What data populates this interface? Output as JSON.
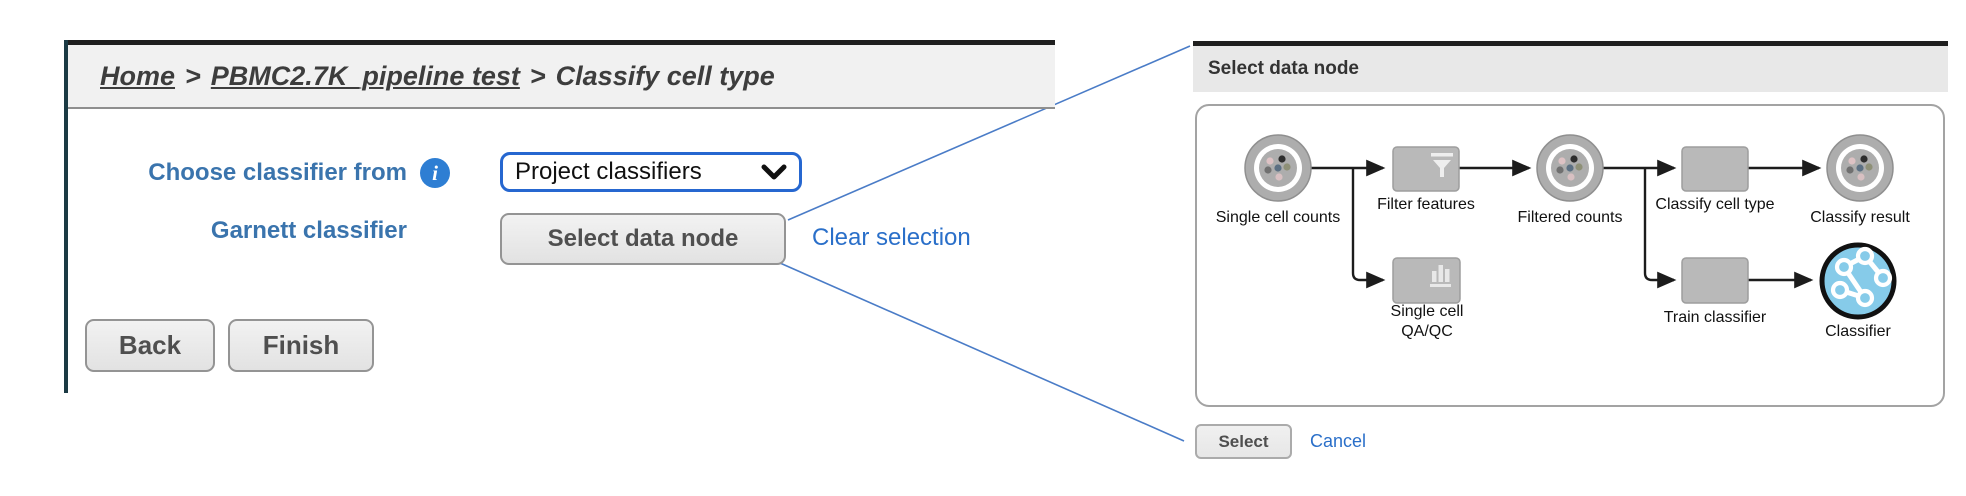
{
  "breadcrumb": {
    "separator": ">",
    "items": [
      {
        "label": "Home"
      },
      {
        "label": "PBMC2.7K_pipeline test"
      },
      {
        "label": "Classify cell type"
      }
    ]
  },
  "form": {
    "choose_label": "Choose classifier from",
    "info_icon_glyph": "i",
    "classifier_source_value": "Project classifiers",
    "garnett_label": "Garnett classifier",
    "select_data_node": "Select data node",
    "clear_selection": "Clear selection",
    "back": "Back",
    "finish": "Finish"
  },
  "dialog": {
    "title": "Select data node",
    "select": "Select",
    "cancel": "Cancel",
    "pipeline": {
      "nodes": [
        {
          "label": "Single cell counts",
          "type": "data-node"
        },
        {
          "label": "Filter features",
          "type": "task-node"
        },
        {
          "label": "Filtered counts",
          "type": "data-node"
        },
        {
          "label": "Classify cell type",
          "type": "task-node"
        },
        {
          "label": "Classify result",
          "type": "data-node"
        },
        {
          "line1": "Single cell",
          "line2": "QA/QC",
          "type": "task-node"
        },
        {
          "label": "Train classifier",
          "type": "task-node"
        },
        {
          "label": "Classifier",
          "type": "classifier-node"
        }
      ]
    }
  },
  "colors": {
    "label_blue": "#3a74ad",
    "focus_blue": "#2667d0",
    "link_blue": "#2a6fc9",
    "callout_blue": "#4a7cc7",
    "node_gray": "#adadad",
    "classifier_blue": "#86cbe9"
  }
}
